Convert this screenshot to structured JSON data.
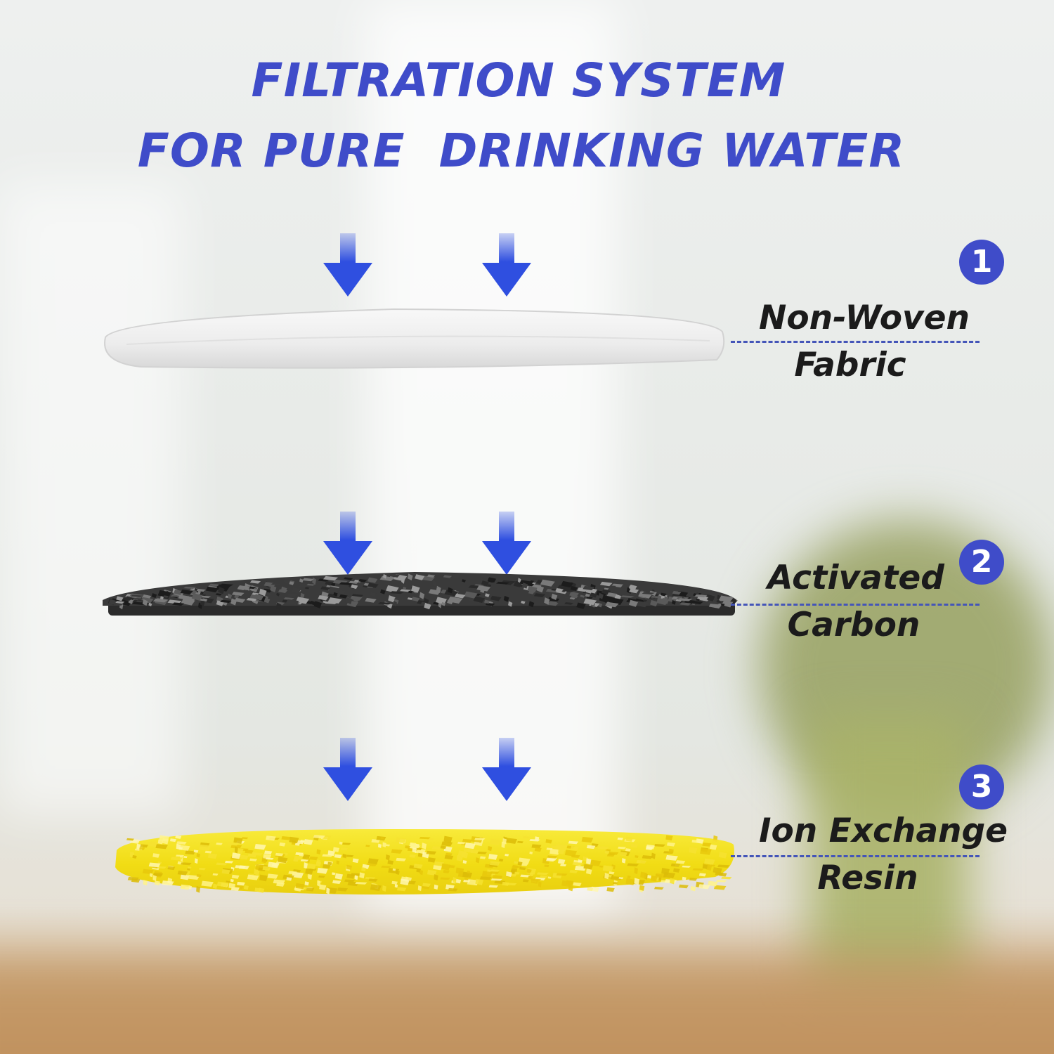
{
  "title": {
    "line1": "FILTRATION SYSTEM",
    "line2": "FOR PURE  DRINKING WATER"
  },
  "colors": {
    "title": "#3f4cc9",
    "arrow": "#2f4fe0",
    "badge": "#3f4cc9",
    "leader": "#4455b8",
    "fabric": "#f2f2f2",
    "carbon": "#2a2a2a",
    "resin": "#f3e21b"
  },
  "layers": [
    {
      "number": "1",
      "label_line1": "Non-Woven",
      "label_line2": "Fabric",
      "material": "non-woven-fabric"
    },
    {
      "number": "2",
      "label_line1": "Activated",
      "label_line2": "Carbon",
      "material": "activated-carbon"
    },
    {
      "number": "3",
      "label_line1": "Ion Exchange",
      "label_line2": "Resin",
      "material": "ion-exchange-resin"
    }
  ],
  "icons": [
    "down-arrow-icon",
    "number-badge-icon"
  ]
}
